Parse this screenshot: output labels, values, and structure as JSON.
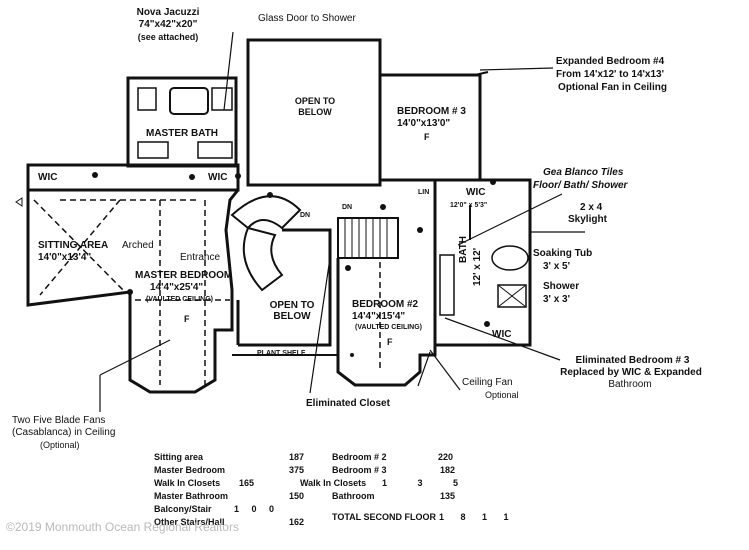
{
  "labels": {
    "nova_jacuzzi": "Nova Jacuzzi",
    "jacuzzi_size": "74\"x42\"x20\"",
    "see_attached": "(see attached)",
    "glass_door": "Glass Door to Shower",
    "open_to_below_top": "OPEN TO BELOW",
    "expanded_bedroom": "Expanded Bedroom #4",
    "expanded_from": "From 14'x12' to 14'x13'",
    "optional_fan": "Optional Fan in Ceiling",
    "bedroom3": "BEDROOM # 3",
    "bedroom3_size": "14'0\"x13'0\"",
    "master_bath": "MASTER BATH",
    "wic": "WIC",
    "lin": "LIN",
    "gea_blanco": "Gea Blanco Tiles",
    "floor_bath_shower": "Floor/ Bath/ Shower",
    "wic_size": "12'0\" x 5'3\"",
    "skylight_size": "2 x 4",
    "skylight": "Skylight",
    "dn": "DN",
    "sitting_area": "SITTING AREA",
    "arched": "Arched",
    "entrance": "Entrance",
    "sitting_size": "14'0\"x13'4\"",
    "master_bedroom": "MASTER BEDROOM",
    "master_bedroom_size": "14'4\"x25'4\"",
    "vaulted": "(VAULTED CEILING)",
    "soaking_tub": "Soaking Tub",
    "soaking_size": "3' x 5'",
    "shower": "Shower",
    "shower_size": "3' x 3'",
    "bath": "BATH",
    "bath_size": "12' x 12'",
    "open_to_below_mid": "OPEN TO BELOW",
    "bedroom2": "BEDROOM #2",
    "bedroom2_size": "14'4\"x15'4\"",
    "plant_shelf": "PLANT SHELF",
    "eliminated_bedroom": "Eliminated Bedroom # 3",
    "replaced_by": "Replaced by WIC & Expanded",
    "bathroom": "Bathroom",
    "ceiling_fan": "Ceiling Fan",
    "optional": "Optional",
    "eliminated_closet": "Eliminated Closet",
    "two_fans": "Two Five Blade Fans",
    "casablanca": "(Casablanca) in Ceiling",
    "optional_paren": "(Optional)",
    "fan_symbol": "F"
  },
  "areas_left": [
    {
      "name": "Sitting area",
      "value": "187"
    },
    {
      "name": "Master Bedroom",
      "value": "375"
    },
    {
      "name": "Walk In Closets",
      "value": "165"
    },
    {
      "name": "Master Bathroom",
      "value": "150"
    },
    {
      "name": "Balcony/Stair",
      "value": "1 0 0"
    },
    {
      "name": "Other Stairs/Hall",
      "value": "162"
    }
  ],
  "areas_right": [
    {
      "name": "Bedroom # 2",
      "value": "220"
    },
    {
      "name": "Bedroom # 3",
      "value": "182"
    },
    {
      "name": "Walk In Closets",
      "value": "1 3 5"
    },
    {
      "name": "Bathroom",
      "value": "135"
    }
  ],
  "total": {
    "label": "TOTAL SECOND FLOOR",
    "value": "1 8 1 1"
  },
  "watermark": "©2019 Monmouth Ocean Regional Realtors"
}
